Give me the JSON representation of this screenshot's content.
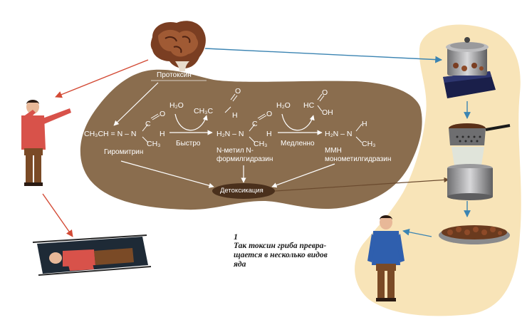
{
  "labels": {
    "protoxin": "Протоксин",
    "gyromitrin": "Гиромитрин",
    "fast": "Быстро",
    "slow": "Медленно",
    "n_methyl_line1": "N-метил N-",
    "n_methyl_line2": "формилгидразин",
    "mmh": "ММН",
    "mmh_full": "монометилгидразин",
    "detox": "Детоксикация"
  },
  "chem": {
    "gyromitrin_formula": "CH₃CH = N – N",
    "c1": "C",
    "o1": "O",
    "h1": "H",
    "ch3_1": "CH₃",
    "h2o_1": "H₂O",
    "ch3c": "CH₃C",
    "o2": "O",
    "h2": "H",
    "h2n_1": "H₂N – N",
    "c2": "C",
    "o3": "O",
    "h3": "H",
    "ch3_2": "CH₃",
    "h2o_2": "H₂O",
    "hc": "HC",
    "o4": "O",
    "oh": "OH",
    "h2n_2": "H₂N – N",
    "h4": "H",
    "ch3_3": "CH₃"
  },
  "caption": {
    "number": "1",
    "line1": "Так токсин гриба превра-",
    "line2": "щается в несколько видов",
    "line3": "яда"
  },
  "colors": {
    "blob": "#8a6d4e",
    "cream": "#f8e4b8",
    "red_arrow": "#d34a35",
    "blue_arrow": "#3b84b2",
    "shirt_red": "#d8524a",
    "shirt_blue": "#2f5fae",
    "pants": "#7a4a26"
  }
}
